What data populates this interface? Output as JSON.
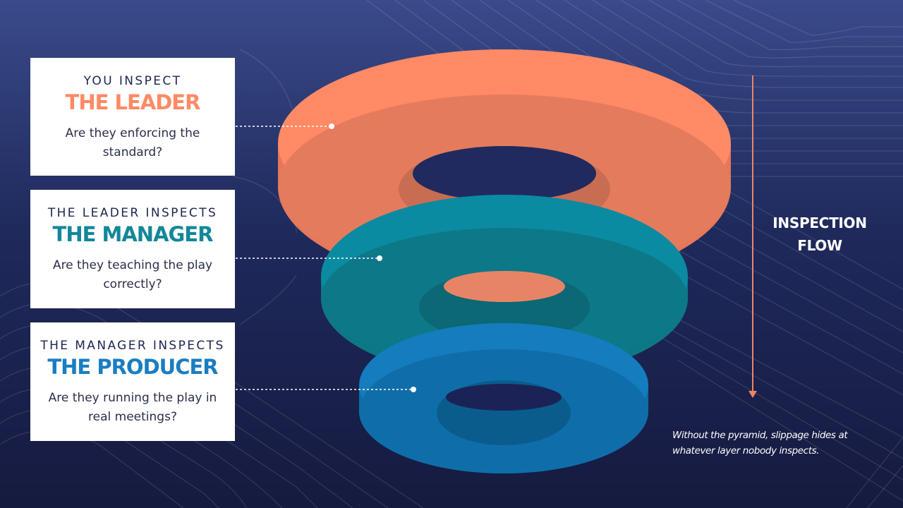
{
  "cards": [
    {
      "eyebrow": "YOU INSPECT",
      "headline": "THE LEADER",
      "question": "Are they enforcing the standard?"
    },
    {
      "eyebrow": "THE LEADER INSPECTS",
      "headline": "THE MANAGER",
      "question": "Are they teaching the play correctly?"
    },
    {
      "eyebrow": "THE MANAGER INSPECTS",
      "headline": "THE PRODUCER",
      "question": "Are they running the play in real meetings?"
    }
  ],
  "flow": {
    "label": "INSPECTION FLOW"
  },
  "footnote": "Without the pyramid, slippage hides at whatever layer nobody inspects.",
  "colors": {
    "leader": "#ff8a65",
    "manager": "#13879a",
    "producer": "#1a7dc1",
    "background": "#1f2a5c",
    "flow_arrow": "#f08466"
  }
}
